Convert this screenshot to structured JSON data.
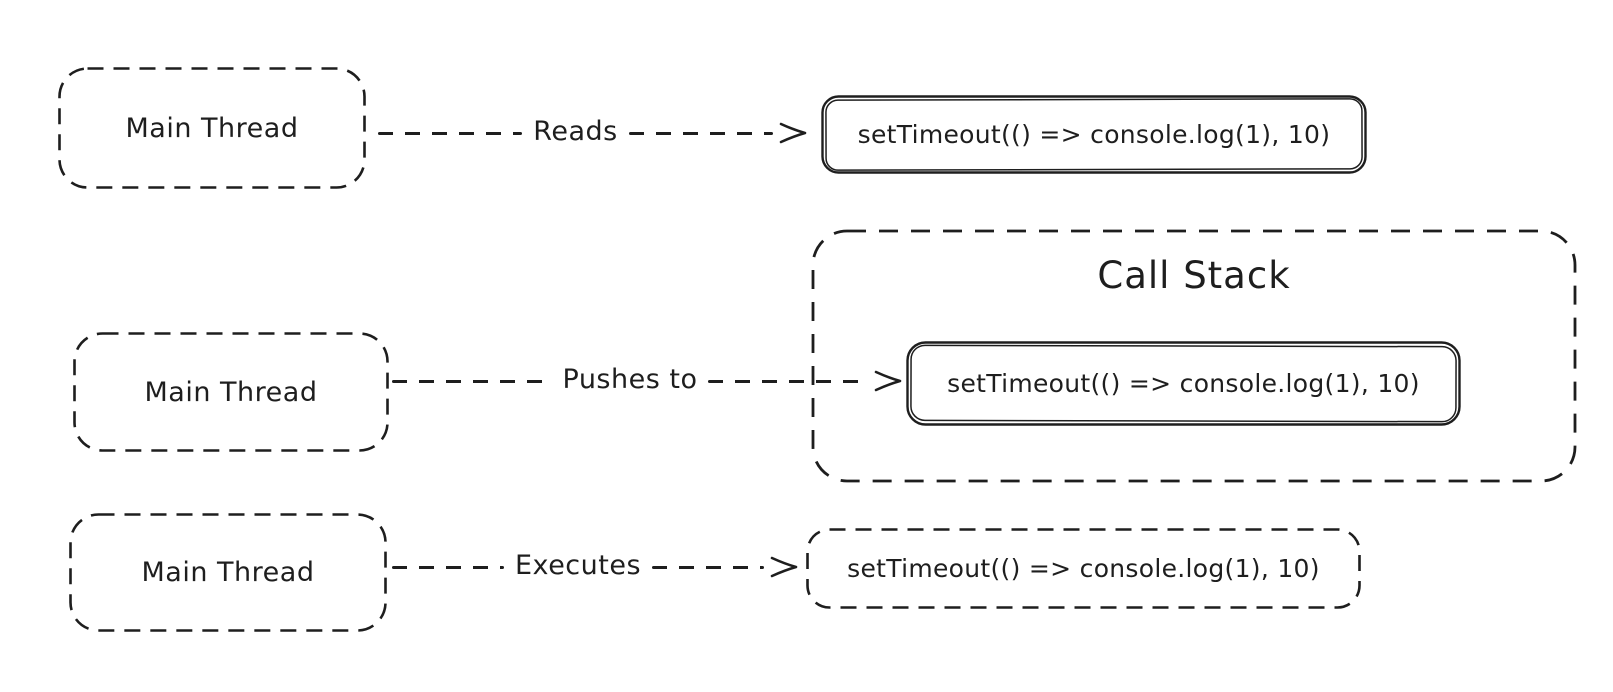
{
  "diagram": {
    "background": "#ffffff",
    "stroke_color": "#1e1e1e",
    "call_stack": {
      "title": "Call Stack"
    },
    "rows": [
      {
        "source": "Main Thread",
        "action": "Reads",
        "target": "setTimeout(() => console.log(1), 10)",
        "target_border": "solid"
      },
      {
        "source": "Main Thread",
        "action": "Pushes to",
        "target": "setTimeout(() => console.log(1), 10)",
        "target_border": "solid"
      },
      {
        "source": "Main Thread",
        "action": "Executes",
        "target": "setTimeout(() => console.log(1), 10)",
        "target_border": "dashed"
      }
    ]
  }
}
